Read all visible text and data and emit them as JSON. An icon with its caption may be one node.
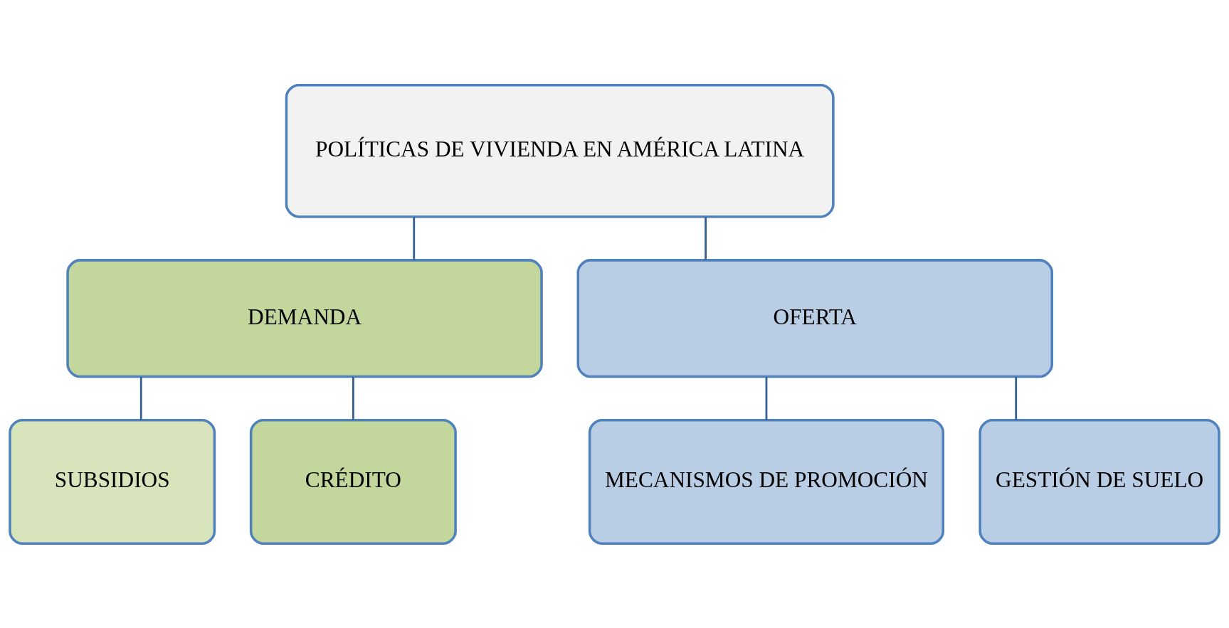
{
  "diagram": {
    "nodes": [
      {
        "text": [
          "POLÍTICAS DE VIVIENDA EN AMÉRICA LATINA"
        ]
      },
      {
        "text": [
          "DEMANDA"
        ]
      },
      {
        "text": [
          "OFERTA"
        ]
      },
      {
        "text": [
          "SUBSIDIOS"
        ]
      },
      {
        "text": [
          "CRÉDITO"
        ]
      },
      {
        "text": [
          "MECANISMOS DE PROMOCIÓN"
        ]
      },
      {
        "text": [
          "GESTIÓN DE SUELO"
        ]
      }
    ],
    "edges": [
      {
        "from": 0,
        "to": 1,
        "arrow": "none"
      },
      {
        "from": 0,
        "to": 2,
        "arrow": "none"
      },
      {
        "from": 1,
        "to": 3,
        "arrow": "none"
      },
      {
        "from": 1,
        "to": 4,
        "arrow": "none"
      },
      {
        "from": 2,
        "to": 5,
        "arrow": "none"
      },
      {
        "from": 2,
        "to": 6,
        "arrow": "none"
      }
    ]
  }
}
